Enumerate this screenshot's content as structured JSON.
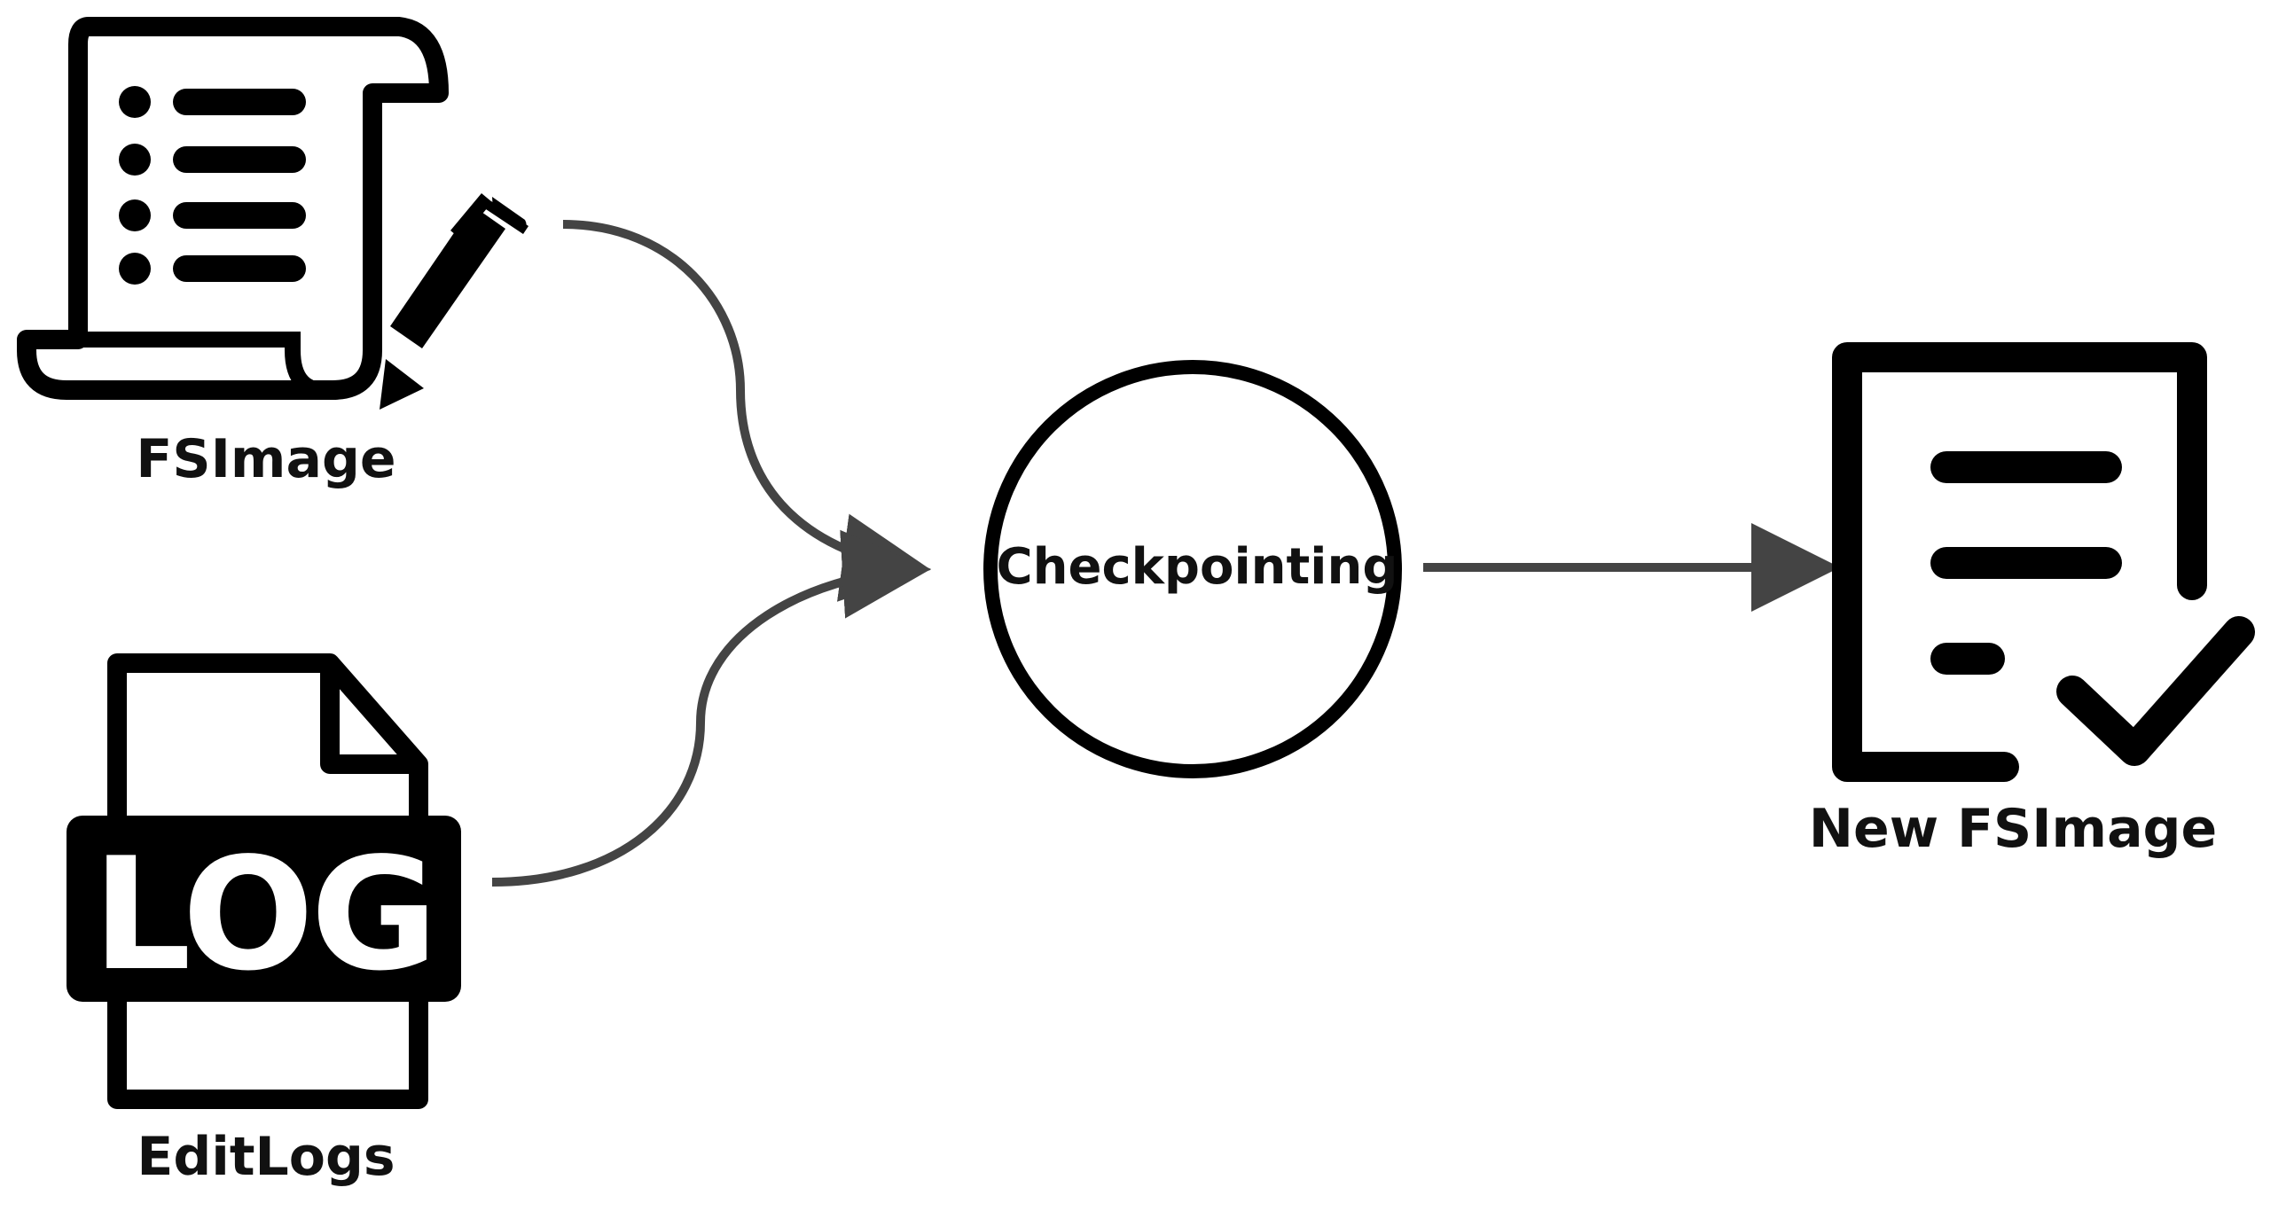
{
  "diagram": {
    "nodes": {
      "fsimage": {
        "label": "FSImage",
        "icon": "scroll-with-pen-icon"
      },
      "editlogs": {
        "label": "EditLogs",
        "icon": "log-file-icon",
        "icon_text": "LOG"
      },
      "checkpointing": {
        "label": "Checkpointing",
        "shape": "circle"
      },
      "new_fsimage": {
        "label": "New FSImage",
        "icon": "document-check-icon"
      }
    },
    "edges": [
      {
        "from": "FSImage",
        "to": "Checkpointing"
      },
      {
        "from": "EditLogs",
        "to": "Checkpointing"
      },
      {
        "from": "Checkpointing",
        "to": "New FSImage"
      }
    ],
    "colors": {
      "icon": "#000000",
      "arrow": "#444444",
      "text": "#111111",
      "background": "#ffffff"
    }
  }
}
